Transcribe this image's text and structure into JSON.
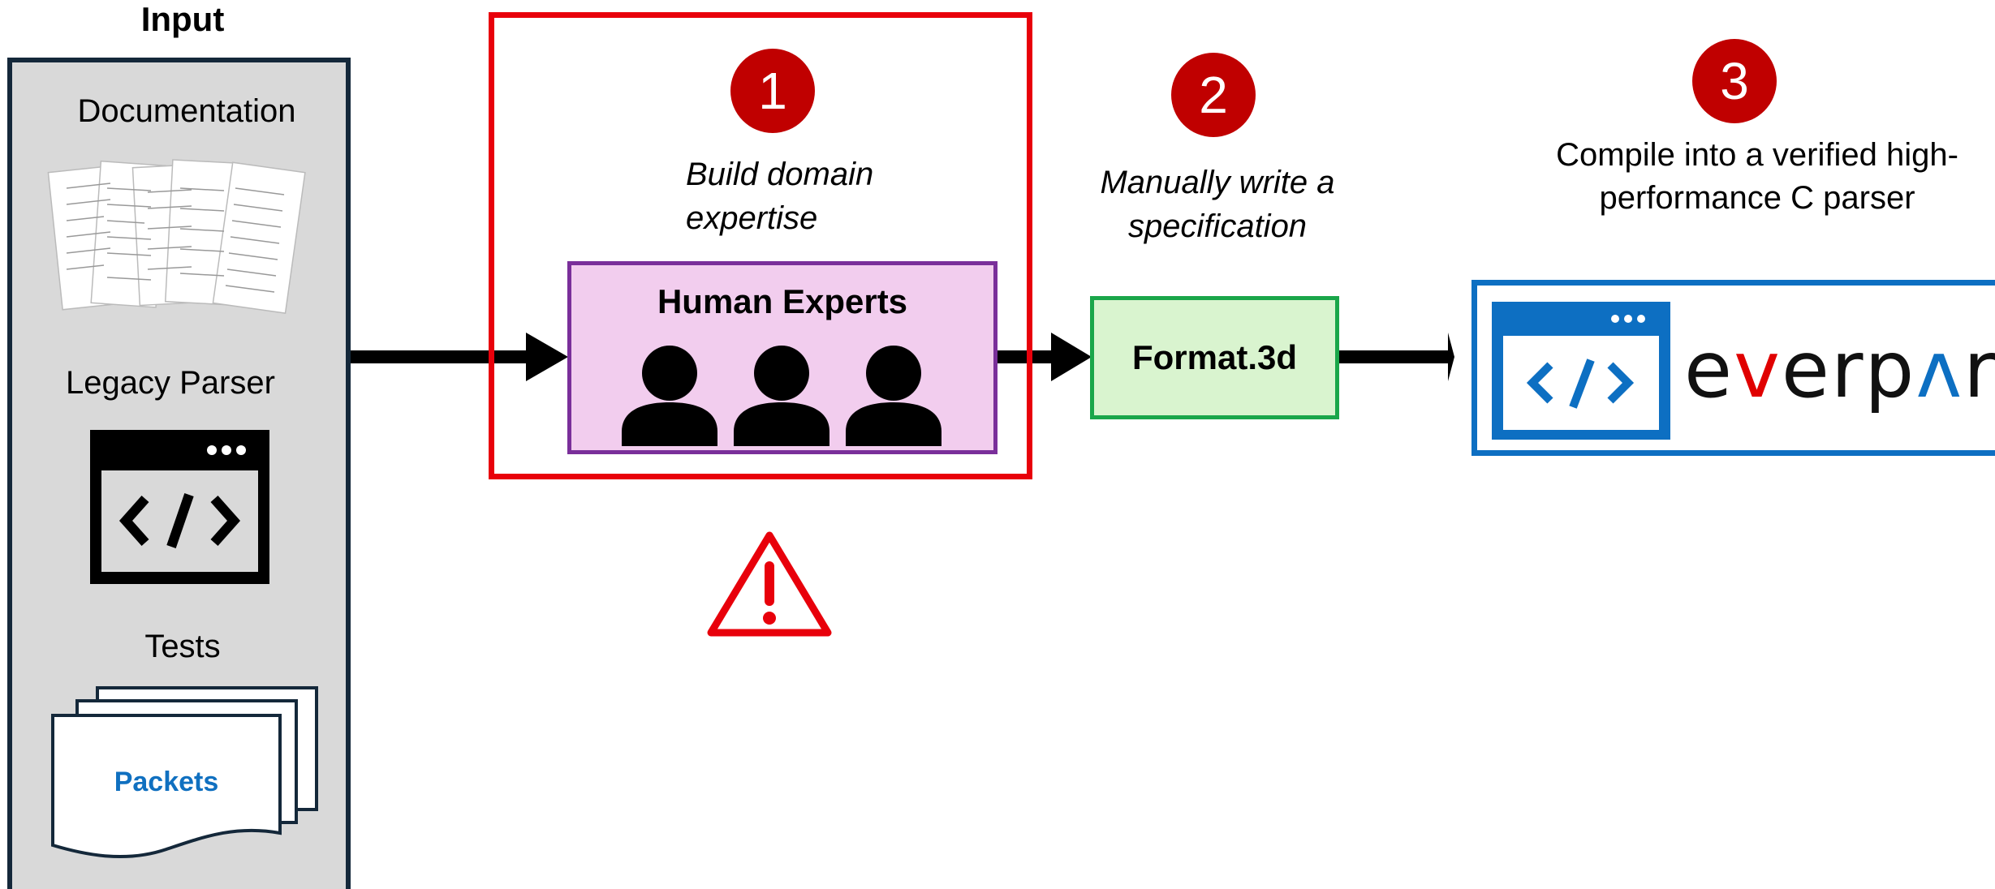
{
  "input": {
    "title": "Input",
    "documentation_label": "Documentation",
    "legacy_parser_label": "Legacy Parser",
    "tests_label": "Tests",
    "packets_label": "Packets"
  },
  "steps": [
    {
      "number": "1",
      "text": "Build domain expertise"
    },
    {
      "number": "2",
      "text": "Manually write a specification"
    },
    {
      "number": "3",
      "text": "Compile into a verified high-performance C parser"
    }
  ],
  "experts": {
    "title": "Human Experts"
  },
  "format": {
    "label": "Format.3d"
  },
  "everparse": {
    "part1": "e",
    "part2": "v",
    "part3": "erp",
    "part4": "ʌ",
    "part5": "rse"
  },
  "icons": {
    "warning": "warning-triangle-icon",
    "people": "person-icon",
    "code": "code-window-icon",
    "documents": "document-stack-icon"
  },
  "colors": {
    "badge": "#c00000",
    "risk_frame": "#e8000b",
    "experts_fill": "#f2cdee",
    "experts_border": "#7a2f9a",
    "format_fill": "#d9f4cf",
    "format_border": "#1aa64a",
    "everparse_blue": "#0d6fc2",
    "input_panel": "#d9d9d9"
  }
}
